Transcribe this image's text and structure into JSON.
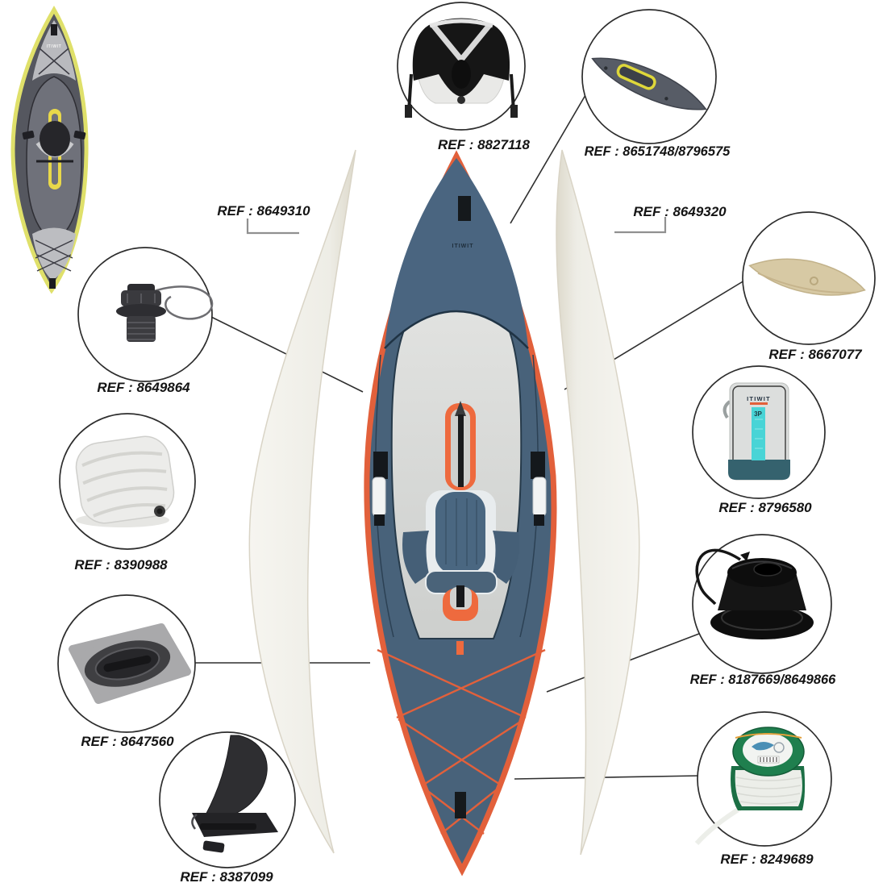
{
  "page": {
    "background": "#ffffff"
  },
  "thumbnail_kayak": {
    "brand": "ITIWIT"
  },
  "main_kayak": {
    "brand": "ITIWIT"
  },
  "callouts": {
    "backrest": {
      "ref": "REF : 8827118"
    },
    "deck_grip": {
      "ref": "REF : 8651748/8796575"
    },
    "left_tube": {
      "ref": "REF : 8649310"
    },
    "right_tube": {
      "ref": "REF : 8649320"
    },
    "cap_valve": {
      "ref": "REF : 8649864"
    },
    "cushion": {
      "ref": "REF : 8390988"
    },
    "patch_handle": {
      "ref": "REF : 8647560"
    },
    "fin_black": {
      "ref": "REF : 8387099"
    },
    "fin_beige": {
      "ref": "REF : 8667077"
    },
    "carry_bag": {
      "ref": "REF : 8796580",
      "brand": "ITIWIT",
      "capacity": "3P"
    },
    "twist_valve": {
      "ref": "REF : 8187669/8649866"
    },
    "cord_spool": {
      "ref": "REF : 8249689"
    }
  },
  "colors": {
    "hull_slate": "#48627a",
    "accent_orange": "#e2603b",
    "float_ivory": "#f0efe9",
    "bag_teal": "#49d4d6",
    "spool_green": "#1c7a4b",
    "thumb_yellow": "#dfe06a"
  }
}
